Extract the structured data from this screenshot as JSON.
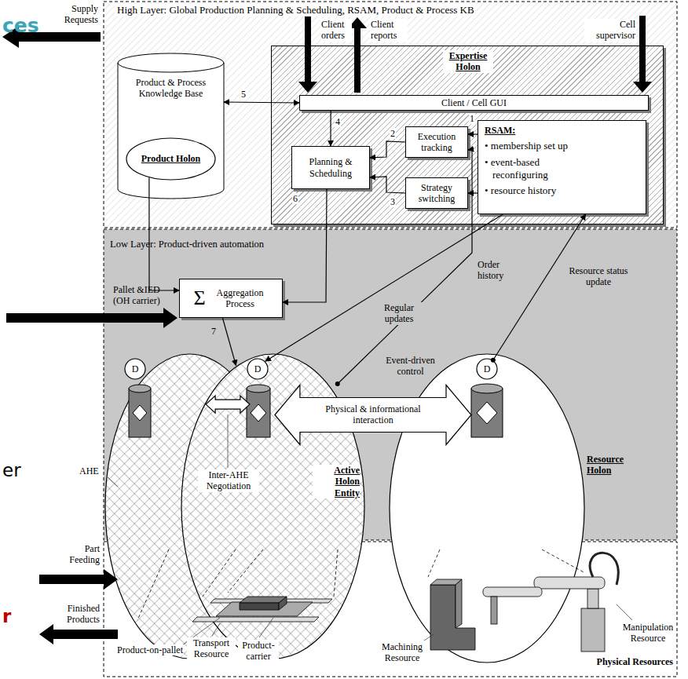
{
  "diagram": {
    "nodes": [
      {
        "text": [
          "High Layer: Global Production Planning & Scheduling, RSAM, Product & Process KB"
        ]
      },
      {
        "text": [
          "Product & Process Knowledge Base"
        ],
        "in": 0
      },
      {
        "text": [
          "Product Holon"
        ],
        "in": 1
      },
      {
        "text": [
          "Expertise Holon"
        ],
        "in": 0
      },
      {
        "text": [
          "Client / Cell GUI"
        ],
        "in": 3
      },
      {
        "text": [
          "Execution tracking"
        ],
        "in": 3
      },
      {
        "text": [
          "Strategy switching"
        ],
        "in": 3
      },
      {
        "text": [
          "Planning & Scheduling"
        ],
        "in": 3
      },
      {
        "text": [
          "RSAM:",
          "• membership set up",
          "• event-based reconfiguring",
          "• resource history"
        ],
        "in": 3
      },
      {
        "text": [
          "Low Layer: Product-driven automation"
        ]
      },
      {
        "text": [
          "Σ",
          "Aggregation Process"
        ],
        "in": 9
      },
      {
        "text": [
          "AHE"
        ],
        "in": 9
      },
      {
        "text": [
          "D"
        ],
        "in": 11
      },
      {
        "text": [
          "Active Holon Entity"
        ],
        "in": 9
      },
      {
        "text": [
          "D"
        ],
        "in": 13
      },
      {
        "text": [
          "Resource Holon"
        ],
        "in": 9
      },
      {
        "text": [
          "D"
        ],
        "in": 15
      },
      {
        "text": [
          "Physical Resources"
        ]
      }
    ],
    "edges": [
      {
        "from": 1,
        "to": 4,
        "arrow": "both",
        "label": "5"
      },
      {
        "from": 4,
        "to": 7,
        "arrow": "to",
        "label": "4"
      },
      {
        "from": 5,
        "to": 7,
        "arrow": "to",
        "label": "2"
      },
      {
        "from": 6,
        "to": 7,
        "arrow": "to",
        "label": "3"
      },
      {
        "from": 8,
        "to": 5,
        "arrow": "to",
        "label": "1"
      },
      {
        "from": 8,
        "to": 6,
        "arrow": "to"
      },
      {
        "from": 7,
        "to": 10,
        "arrow": "to"
      },
      {
        "from": 2,
        "to": 10,
        "arrow": "to"
      },
      {
        "from": 10,
        "to": 13,
        "arrow": "to",
        "label": "7"
      },
      {
        "from": 8,
        "to": 14,
        "arrow": "to",
        "label": "Regular updates"
      },
      {
        "from": 13,
        "to": 5,
        "arrow": "to",
        "label": "Order history"
      },
      {
        "from": 16,
        "to": 8,
        "arrow": "to",
        "label": "Resource status update"
      },
      {
        "from": 11,
        "to": 13,
        "arrow": "both",
        "label": "Inter-AHE Negotiation"
      },
      {
        "from": 13,
        "to": 15,
        "arrow": "both",
        "label": "Physical & informational interaction"
      }
    ],
    "labels": [
      "ces",
      "Supply Requests",
      "Client orders",
      "Client reports",
      "Cell supervisor",
      "6",
      "Pallet &IED (OH carrier)",
      "Event-driven control",
      "er",
      "Part Feeding",
      "r",
      "Finished Products",
      "Product-on-pallet",
      "Transport Resource",
      "Product-carrier",
      "Machining Resource",
      "Manipulation Resource"
    ]
  }
}
